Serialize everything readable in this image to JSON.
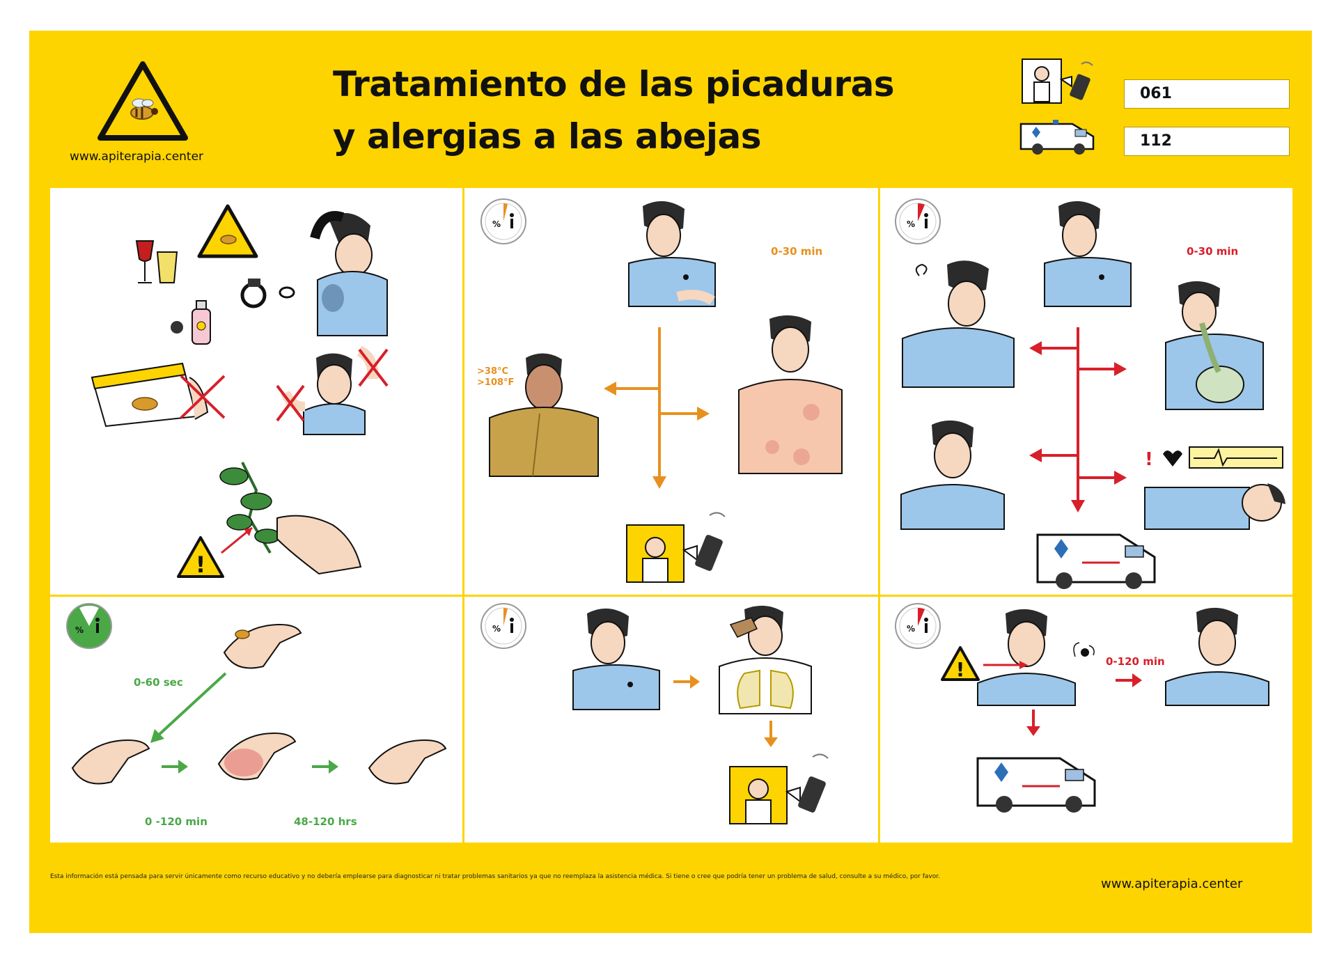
{
  "header": {
    "title_line1": "Tratamiento de las picaduras",
    "title_line2": "y alergias a las abejas",
    "website": "www.apiterapia.center"
  },
  "emergency": {
    "doctor_number": "061",
    "ambulance_number": "112"
  },
  "panels": {
    "p2_time": "0-30 min",
    "p2_temp_c": ">38°C",
    "p2_temp_f": ">108°F",
    "p3_time": "0-30 min",
    "p4_time_top": "0-60 sec",
    "p4_time_mid": "0 -120 min",
    "p4_time_end": "48-120 hrs",
    "p6_time": "0-120 min"
  },
  "footer": {
    "disclaimer": "Esta información está pensada para servir únicamente como recurso educativo y no debería emplearse para diagnosticar ni tratar problemas sanitarios ya que no reemplaza la asistencia médica. Si tiene o cree que podría tener un problema de salud, consulte a su médico, por favor.",
    "website": "www.apiterapia.center"
  },
  "colors": {
    "poster_bg": "#FDD400",
    "orange": "#E8901E",
    "red": "#D7202A",
    "green": "#4AA847"
  }
}
